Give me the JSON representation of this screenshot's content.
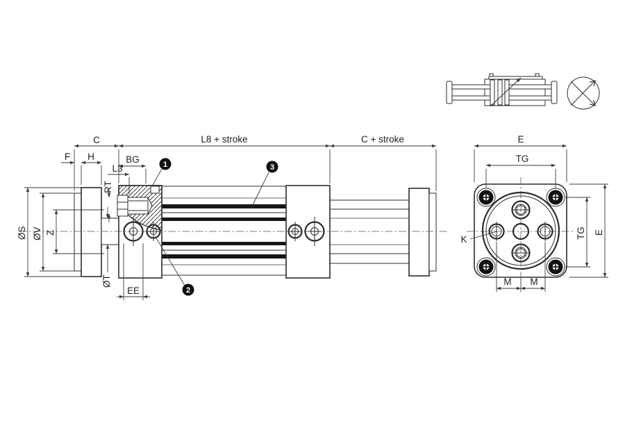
{
  "colors": {
    "background": "#ffffff",
    "line": "#2b2b2b",
    "gray_line": "#9b9b9b",
    "band": "#161616",
    "callout_bg": "#111111",
    "callout_text": "#ffffff"
  },
  "side_view": {
    "dims": {
      "c": "C",
      "l8_stroke": "L8 + stroke",
      "c_stroke": "C + stroke",
      "f": "F",
      "h": "H",
      "bg": "BG",
      "l3": "L3",
      "rt": "RT",
      "dia_s": "ØS",
      "dia_v": "ØV",
      "z": "Z",
      "dia_t": "ØT",
      "ee": "EE"
    },
    "callouts": [
      {
        "number": "1"
      },
      {
        "number": "2"
      },
      {
        "number": "3"
      }
    ]
  },
  "end_view": {
    "dims": {
      "e_top": "E",
      "tg_top": "TG",
      "tg_right": "TG",
      "e_right": "E",
      "m_left": "M",
      "m_right": "M",
      "k": "K"
    }
  }
}
